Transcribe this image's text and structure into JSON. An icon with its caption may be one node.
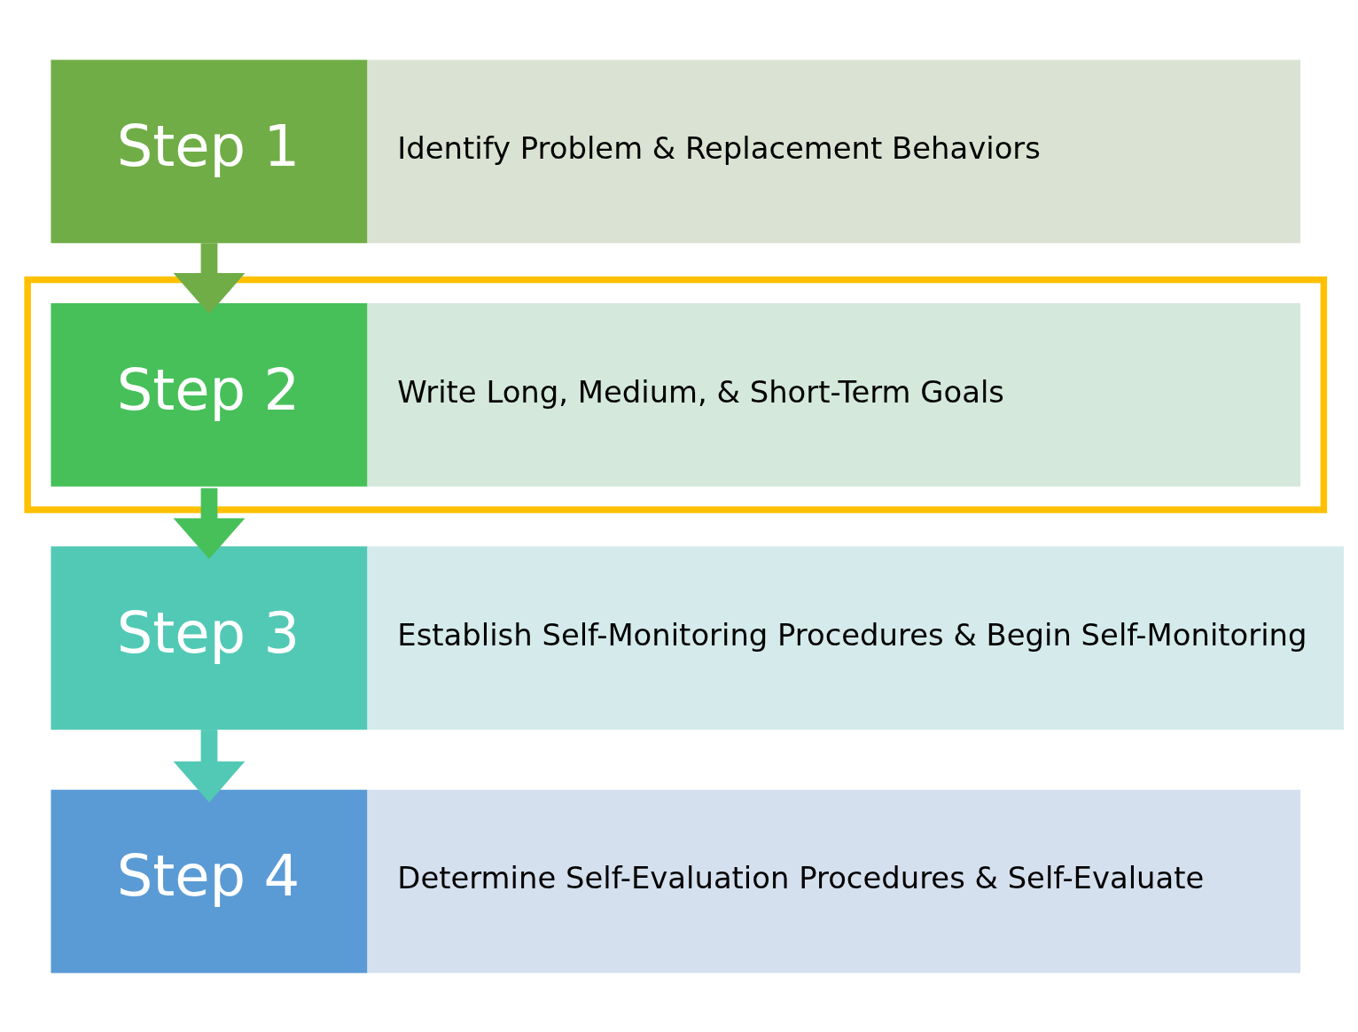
{
  "diagram": {
    "nodes": [
      {
        "text": [
          "Step 1",
          "Identify Problem & Replacement Behaviors"
        ]
      },
      {
        "text": [],
        "shape": "box"
      },
      {
        "text": [
          "Step 2",
          "Write Long, Medium, & Short-Term Goals"
        ],
        "in": 1
      },
      {
        "text": [
          "Step 3",
          "Establish Self-Monitoring Procedures & Begin Self-Monitoring"
        ]
      },
      {
        "text": [
          "Step 4",
          "Determine Self-Evaluation Procedures & Self-Evaluate"
        ]
      }
    ],
    "edges": [
      {
        "from": 0,
        "to": 2,
        "arrow": "to",
        "color": "#70ad47"
      },
      {
        "from": 2,
        "to": 3,
        "arrow": "to",
        "color": "#47c05a"
      },
      {
        "from": 3,
        "to": 4,
        "arrow": "to",
        "color": "#52c9b5"
      }
    ]
  }
}
